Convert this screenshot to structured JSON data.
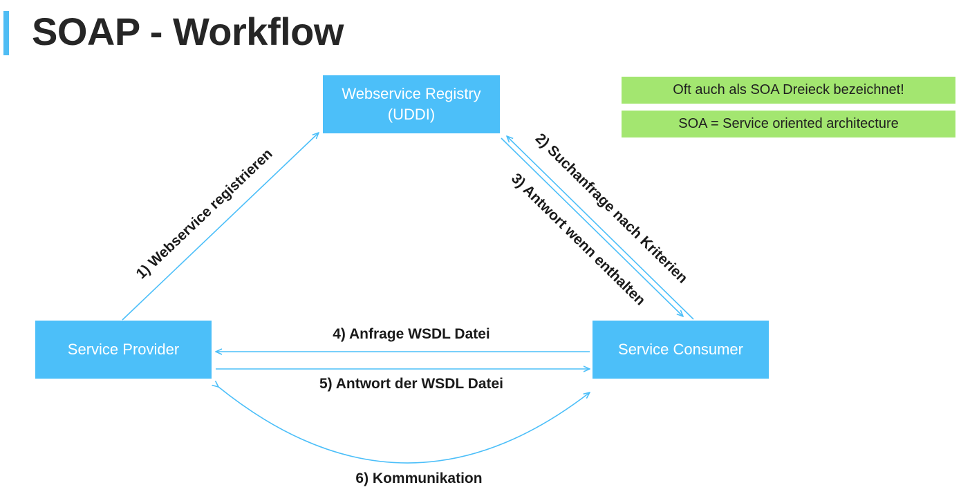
{
  "title": "SOAP - Workflow",
  "nodes": {
    "registry": "Webservice Registry\n(UDDI)",
    "provider": "Service Provider",
    "consumer": "Service Consumer"
  },
  "notes": [
    "Oft auch als SOA Dreieck bezeichnet!",
    "SOA = Service oriented architecture"
  ],
  "edges": {
    "register": "1) Webservice registrieren",
    "search": "2) Suchanfrage nach Kriterien",
    "answer": "3) Antwort wenn enthalten",
    "request_wsdl": "4) Anfrage WSDL Datei",
    "response_wsdl": "5) Antwort der WSDL Datei",
    "communication": "6) Kommunikation"
  },
  "colors": {
    "node_fill": "#4cbff9",
    "note_fill": "#a3e670",
    "edge": "#4cbff9",
    "accent": "#4fbdf4"
  }
}
